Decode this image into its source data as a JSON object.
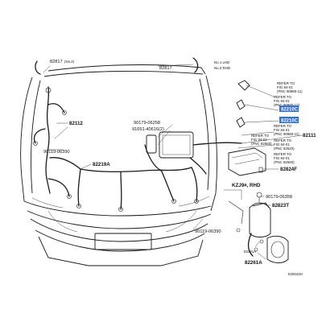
{
  "top_left": {
    "part": "82817",
    "sub": "(No.2)"
  },
  "top_right": {
    "part": "82817",
    "notes": [
      "No.1 LHD",
      "No.2 RHD"
    ]
  },
  "refer_a": {
    "line1": "REFER TO",
    "line2": "FIG 84-01",
    "line3": "(PNC 90980-11)"
  },
  "highlight_1": "82210C",
  "highlight_2": "82210C",
  "refer_b": {
    "line1": "REFER TO",
    "line2": "FIG 84-01",
    "line3": "(PNC 90980-12)"
  },
  "refer_c": {
    "line1": "REFER TO",
    "line2": "FIG 84-01",
    "line3": "(PNC 90980-11)"
  },
  "refer_d": {
    "line1": "REFER TO",
    "line2": "FIG 84-01",
    "line3": "(PNC 82660)"
  },
  "refer_e": {
    "line1": "REFER TO",
    "line2": "FIG 84-01",
    "line3": "(PNC 82620)"
  },
  "refer_f": {
    "line1": "REFER TO",
    "line2": "FIG 84-01",
    "line3": "(PNC 82660)"
  },
  "part_82111": "82111",
  "part_82112": "82112",
  "part_82219A": "82219A",
  "part_90119_a": "90119-06390",
  "part_90179_a": "90179-06258",
  "part_91651": "91651-40616(2)",
  "part_82824F": "82824F",
  "region_label": "KZJ9#, RHD",
  "part_90179_b": "90179-06358",
  "part_82823T": "82823T",
  "part_90119_b": "90119-06390",
  "part_82261A": "82261A",
  "part_82261A_small": "82261A",
  "figure_code": "820043H"
}
